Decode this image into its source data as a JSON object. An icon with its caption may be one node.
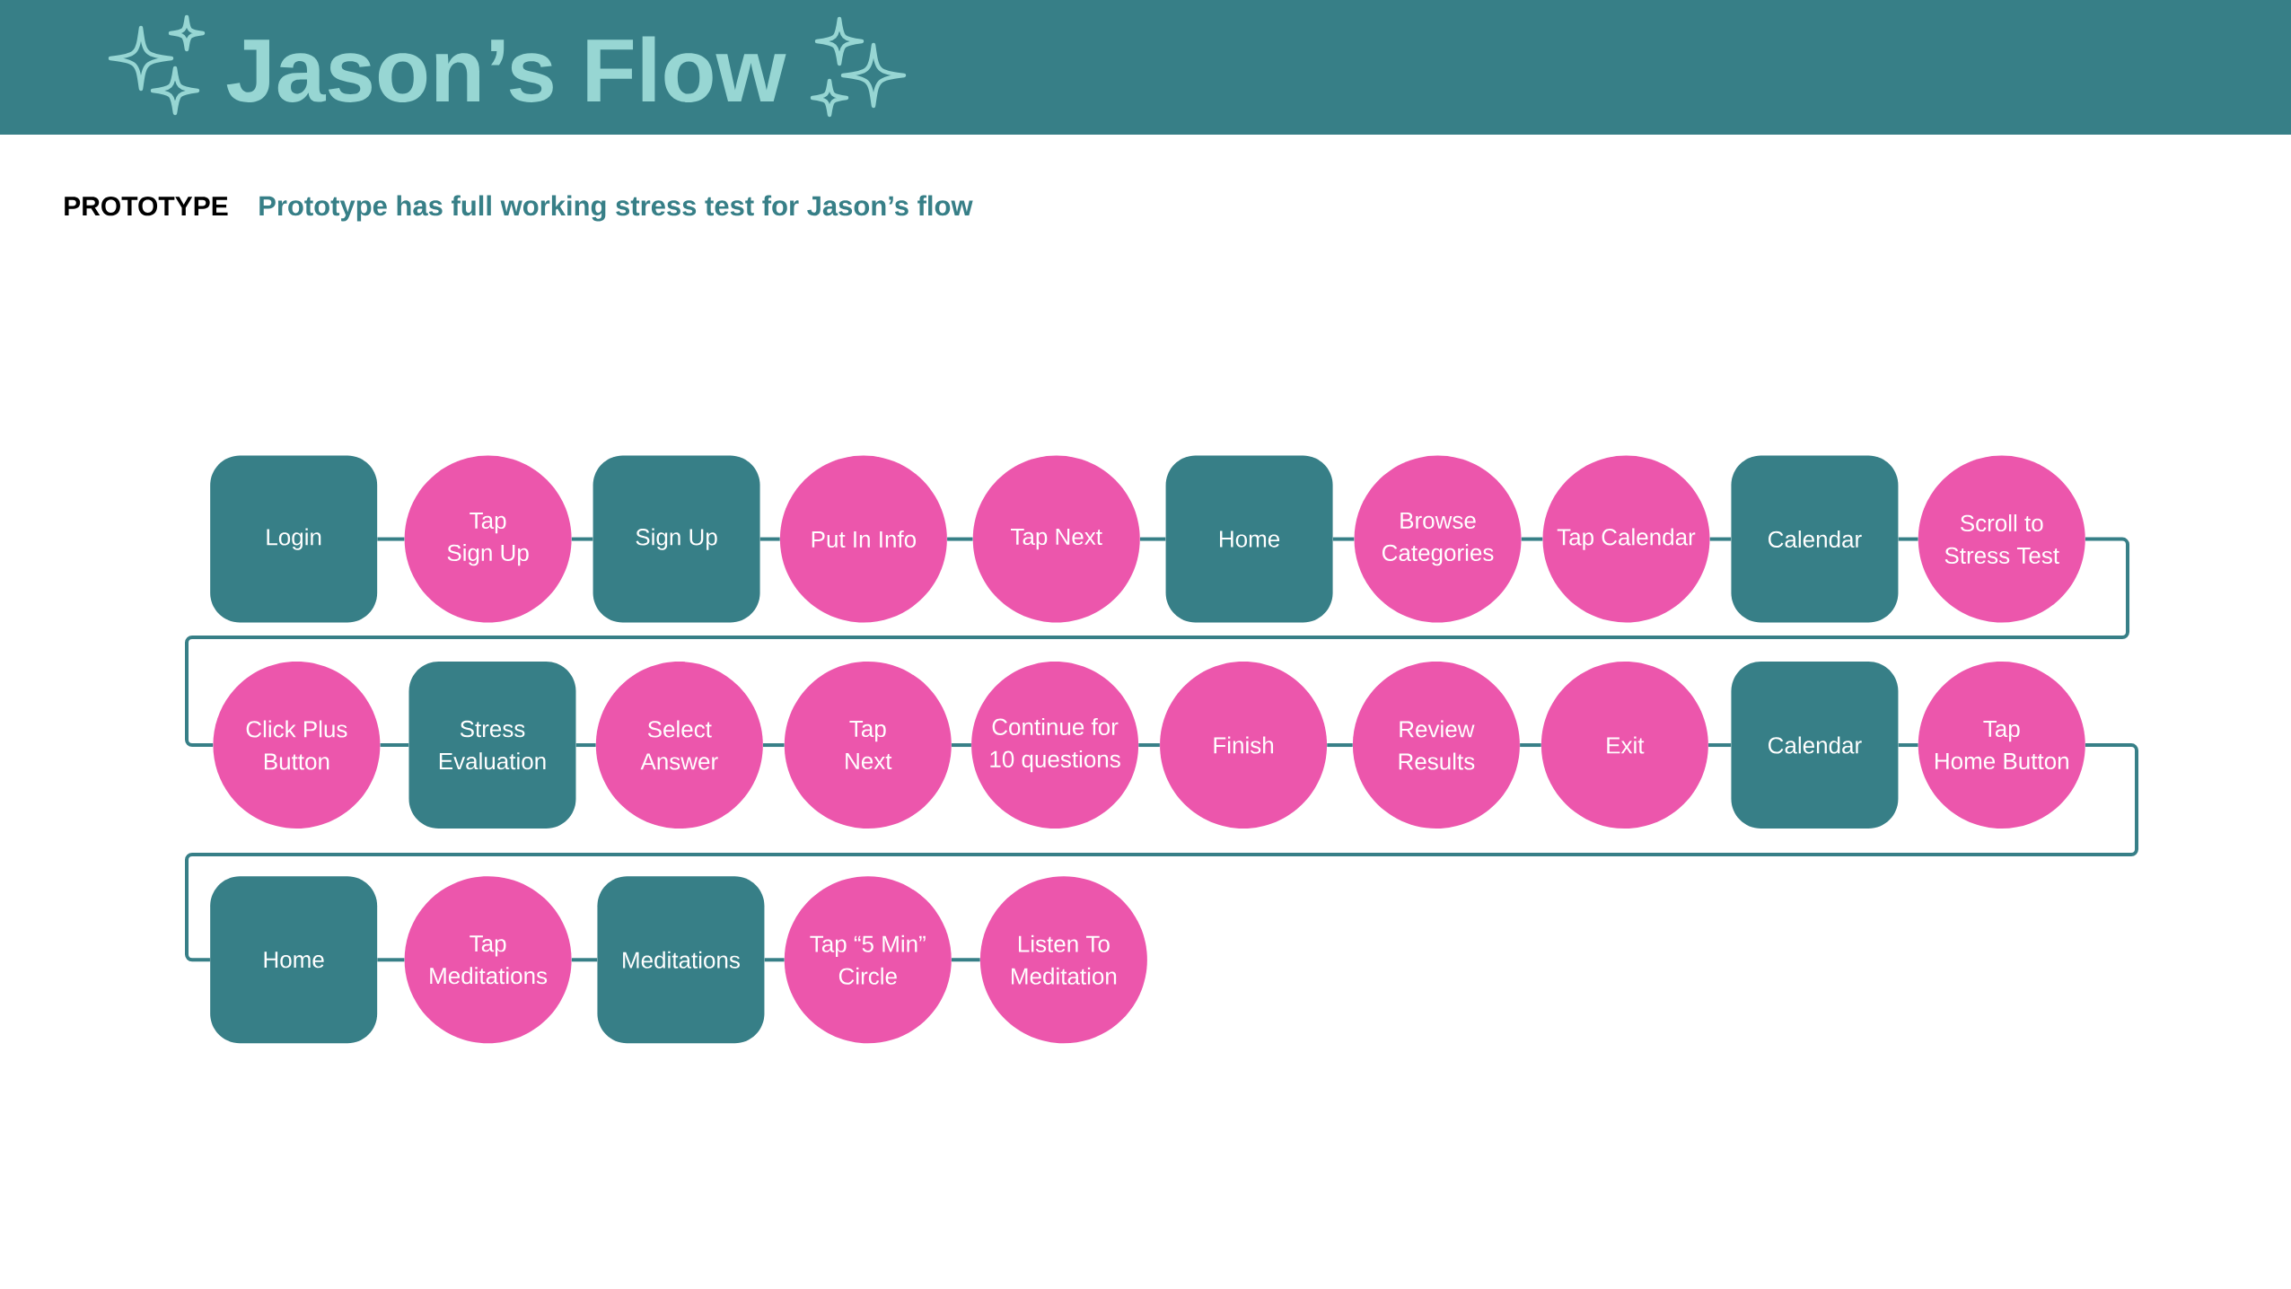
{
  "diagram": {
    "title": "Jason’s Flow",
    "nodes": [
      {
        "text": [
          "Login"
        ]
      },
      {
        "text": [
          "Tap Sign Up"
        ]
      },
      {
        "text": [
          "Sign Up"
        ]
      },
      {
        "text": [
          "Put In Info"
        ]
      },
      {
        "text": [
          "Tap Next"
        ]
      },
      {
        "text": [
          "Home"
        ]
      },
      {
        "text": [
          "Browse Categories"
        ]
      },
      {
        "text": [
          "Tap Calendar"
        ]
      },
      {
        "text": [
          "Calendar"
        ]
      },
      {
        "text": [
          "Scroll to Stress Test"
        ]
      },
      {
        "text": [
          "Click Plus Button"
        ]
      },
      {
        "text": [
          "Stress Evaluation"
        ]
      },
      {
        "text": [
          "Select Answer"
        ]
      },
      {
        "text": [
          "Tap Next"
        ]
      },
      {
        "text": [
          "Continue for 10 questions"
        ]
      },
      {
        "text": [
          "Finish"
        ]
      },
      {
        "text": [
          "Review Results"
        ]
      },
      {
        "text": [
          "Exit"
        ]
      },
      {
        "text": [
          "Calendar"
        ]
      },
      {
        "text": [
          "Tap Home Button"
        ]
      },
      {
        "text": [
          "Home"
        ]
      },
      {
        "text": [
          "Tap Meditations"
        ]
      },
      {
        "text": [
          "Meditations"
        ]
      },
      {
        "text": [
          "Tap “5 Min” Circle"
        ]
      },
      {
        "text": [
          "Listen To Meditation"
        ]
      }
    ],
    "edges": [
      {
        "from": 0,
        "to": 1,
        "arrow": "none"
      },
      {
        "from": 1,
        "to": 2,
        "arrow": "none"
      },
      {
        "from": 2,
        "to": 3,
        "arrow": "none"
      },
      {
        "from": 3,
        "to": 4,
        "arrow": "none"
      },
      {
        "from": 4,
        "to": 5,
        "arrow": "none"
      },
      {
        "from": 5,
        "to": 6,
        "arrow": "none"
      },
      {
        "from": 6,
        "to": 7,
        "arrow": "none"
      },
      {
        "from": 7,
        "to": 8,
        "arrow": "none"
      },
      {
        "from": 8,
        "to": 9,
        "arrow": "none"
      },
      {
        "from": 9,
        "to": 10,
        "arrow": "none"
      },
      {
        "from": 10,
        "to": 11,
        "arrow": "none"
      },
      {
        "from": 11,
        "to": 12,
        "arrow": "none"
      },
      {
        "from": 12,
        "to": 13,
        "arrow": "none"
      },
      {
        "from": 13,
        "to": 14,
        "arrow": "none"
      },
      {
        "from": 14,
        "to": 15,
        "arrow": "none"
      },
      {
        "from": 15,
        "to": 16,
        "arrow": "none"
      },
      {
        "from": 16,
        "to": 17,
        "arrow": "none"
      },
      {
        "from": 17,
        "to": 18,
        "arrow": "none"
      },
      {
        "from": 18,
        "to": 19,
        "arrow": "none"
      },
      {
        "from": 19,
        "to": 20,
        "arrow": "none"
      },
      {
        "from": 20,
        "to": 21,
        "arrow": "none"
      },
      {
        "from": 21,
        "to": 22,
        "arrow": "none"
      },
      {
        "from": 22,
        "to": 23,
        "arrow": "none"
      },
      {
        "from": 23,
        "to": 24,
        "arrow": "none"
      }
    ],
    "labels": [
      "PROTOTYPE",
      "Prototype has full working stress test for Jason’s flow"
    ]
  }
}
